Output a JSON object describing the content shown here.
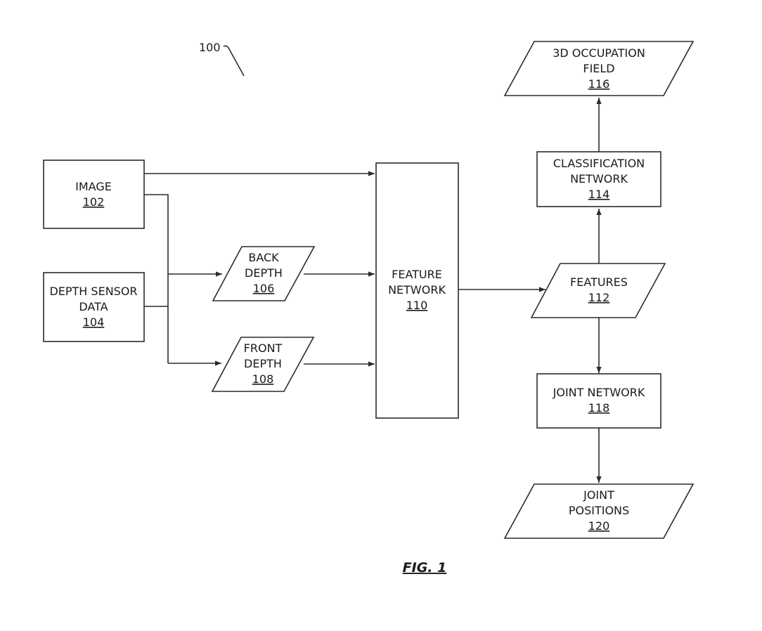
{
  "diagram_ref": "100",
  "figure_label": "FIG. 1",
  "nodes": {
    "image": {
      "lines": [
        "IMAGE"
      ],
      "ref": "102"
    },
    "depth_sensor_data": {
      "lines": [
        "DEPTH SENSOR",
        "DATA"
      ],
      "ref": "104"
    },
    "back_depth": {
      "lines": [
        "BACK",
        "DEPTH"
      ],
      "ref": "106"
    },
    "front_depth": {
      "lines": [
        "FRONT",
        "DEPTH"
      ],
      "ref": "108"
    },
    "feature_network": {
      "lines": [
        "FEATURE",
        "NETWORK"
      ],
      "ref": "110"
    },
    "features": {
      "lines": [
        "FEATURES"
      ],
      "ref": "112"
    },
    "classification_network": {
      "lines": [
        "CLASSIFICATION",
        "NETWORK"
      ],
      "ref": "114"
    },
    "occupation_field": {
      "lines": [
        "3D OCCUPATION",
        "FIELD"
      ],
      "ref": "116"
    },
    "joint_network": {
      "lines": [
        "JOINT NETWORK"
      ],
      "ref": "118"
    },
    "joint_positions": {
      "lines": [
        "JOINT",
        "POSITIONS"
      ],
      "ref": "120"
    }
  },
  "edges": [
    {
      "from": "image",
      "to": "feature_network"
    },
    {
      "from": "image",
      "to": "back_depth"
    },
    {
      "from": "image",
      "to": "front_depth"
    },
    {
      "from": "depth_sensor_data",
      "to": "back_depth"
    },
    {
      "from": "depth_sensor_data",
      "to": "front_depth"
    },
    {
      "from": "back_depth",
      "to": "feature_network"
    },
    {
      "from": "front_depth",
      "to": "feature_network"
    },
    {
      "from": "feature_network",
      "to": "features"
    },
    {
      "from": "features",
      "to": "classification_network"
    },
    {
      "from": "classification_network",
      "to": "occupation_field"
    },
    {
      "from": "features",
      "to": "joint_network"
    },
    {
      "from": "joint_network",
      "to": "joint_positions"
    }
  ]
}
